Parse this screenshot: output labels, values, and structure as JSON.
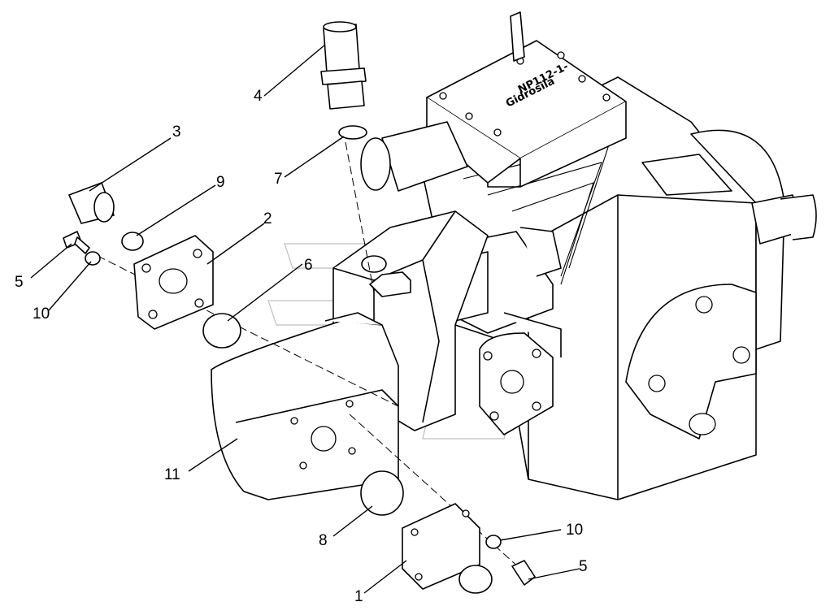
{
  "body_stamp": "NP112-1-",
  "body_stamp_line2": "Gidrosila",
  "callouts": {
    "c1": "1",
    "c2": "2",
    "c3": "3",
    "c4": "4",
    "c5_left": "5",
    "c5_right": "5",
    "c6": "6",
    "c7": "7",
    "c8": "8",
    "c9": "9",
    "c10_left": "10",
    "c10_right": "10",
    "c11": "11"
  }
}
